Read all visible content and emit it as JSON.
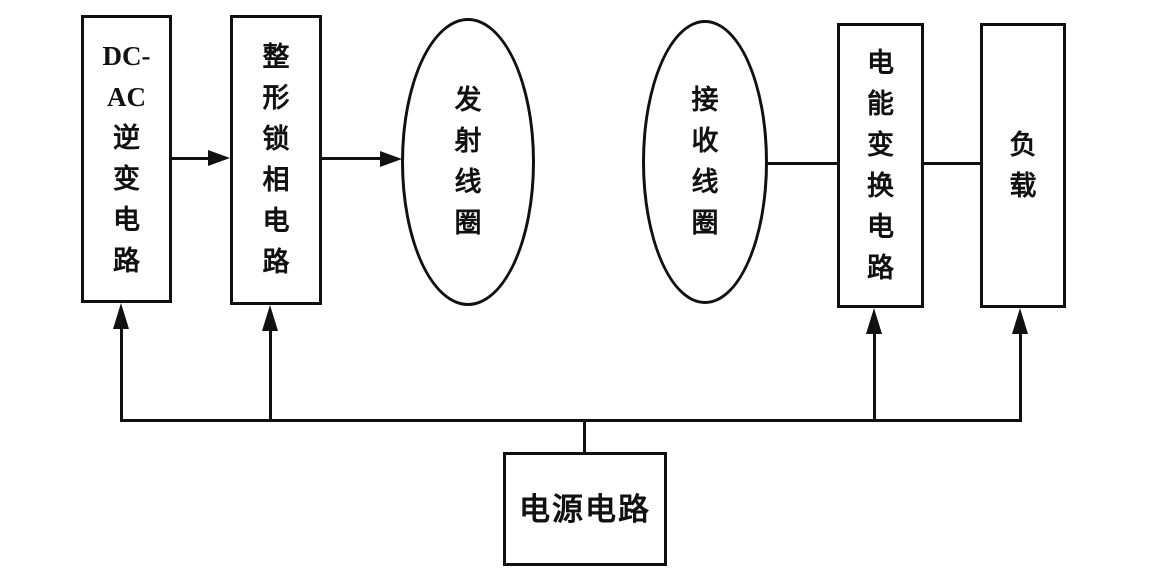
{
  "diagram": {
    "title": "",
    "ink_color": "#111111",
    "background_color": "#ffffff",
    "blocks": [
      {
        "id": "dc-ac-inverter",
        "shape": "rect",
        "label": "DC-AC逆变电路",
        "lines": [
          "DC-",
          "AC",
          "逆",
          "变",
          "电",
          "路"
        ]
      },
      {
        "id": "shaping-pll",
        "shape": "rect",
        "label": "整形锁相电路",
        "lines": [
          "整",
          "形",
          "锁",
          "相",
          "电",
          "路"
        ]
      },
      {
        "id": "transmit-coil",
        "shape": "ellipse",
        "label": "发射线圈",
        "lines": [
          "发",
          "射",
          "线",
          "圈"
        ]
      },
      {
        "id": "receive-coil",
        "shape": "ellipse",
        "label": "接收线圈",
        "lines": [
          "接",
          "收",
          "线",
          "圈"
        ]
      },
      {
        "id": "power-conversion",
        "shape": "rect",
        "label": "电能变换电路",
        "lines": [
          "电",
          "能",
          "变",
          "换",
          "电",
          "路"
        ]
      },
      {
        "id": "load",
        "shape": "rect",
        "label": "负载",
        "lines": [
          "负",
          "载"
        ]
      },
      {
        "id": "power-supply",
        "shape": "rect",
        "label": "电源电路"
      }
    ],
    "connections": [
      {
        "from": "dc-ac-inverter",
        "to": "shaping-pll",
        "type": "arrow"
      },
      {
        "from": "shaping-pll",
        "to": "transmit-coil",
        "type": "arrow"
      },
      {
        "from": "receive-coil",
        "to": "power-conversion",
        "type": "line"
      },
      {
        "from": "power-conversion",
        "to": "load",
        "type": "line"
      },
      {
        "from": "power-supply",
        "to": "dc-ac-inverter",
        "type": "arrow"
      },
      {
        "from": "power-supply",
        "to": "shaping-pll",
        "type": "arrow"
      },
      {
        "from": "power-supply",
        "to": "power-conversion",
        "type": "arrow"
      },
      {
        "from": "power-supply",
        "to": "load",
        "type": "arrow"
      }
    ]
  }
}
